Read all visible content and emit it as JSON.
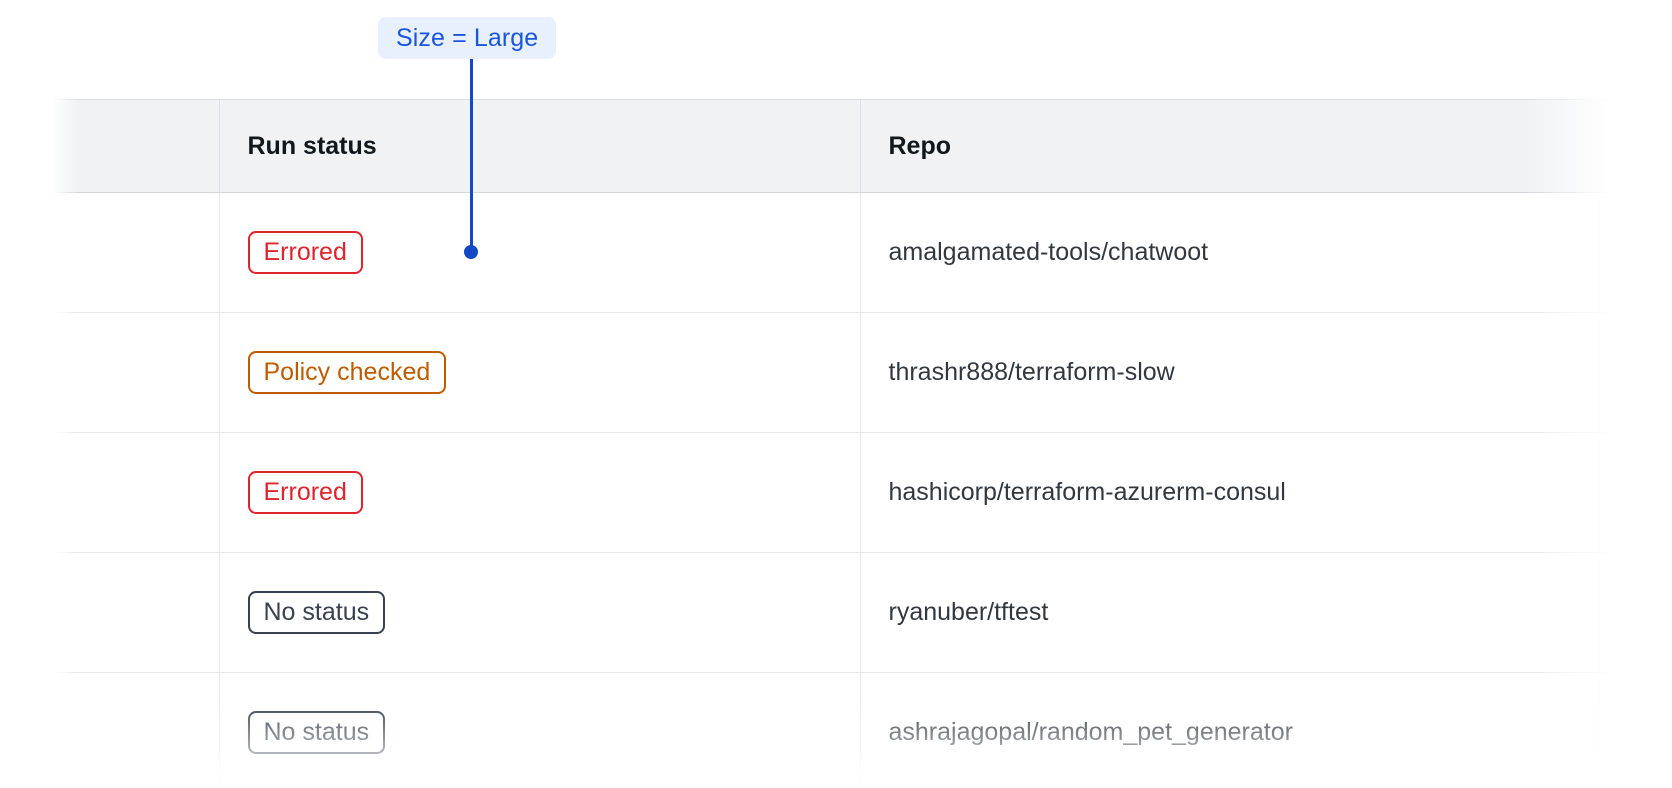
{
  "annotation": {
    "label": "Size = Large",
    "accent_color": "#1449c6",
    "pill_background": "#e8f0fe",
    "pill_text_color": "#1a56db"
  },
  "table": {
    "columns": [
      {
        "key": "spacer",
        "label": ""
      },
      {
        "key": "run_status",
        "label": "Run status"
      },
      {
        "key": "repo",
        "label": "Repo"
      },
      {
        "key": "extra",
        "label": ""
      }
    ],
    "header_background": "#f1f2f4",
    "rows": [
      {
        "status": "Errored",
        "status_kind": "errored",
        "repo": "amalgamated-tools/chatwoot"
      },
      {
        "status": "Policy checked",
        "status_kind": "policy-checked",
        "repo": "thrashr888/terraform-slow"
      },
      {
        "status": "Errored",
        "status_kind": "errored",
        "repo": "hashicorp/terraform-azurerm-consul"
      },
      {
        "status": "No status",
        "status_kind": "no-status",
        "repo": "ryanuber/tftest"
      },
      {
        "status": "No status",
        "status_kind": "no-status",
        "repo": "ashrajagopal/random_pet_generator"
      }
    ],
    "status_colors": {
      "errored": "#e0242d",
      "policy-checked": "#bf5c00",
      "no-status": "#39414f"
    }
  }
}
